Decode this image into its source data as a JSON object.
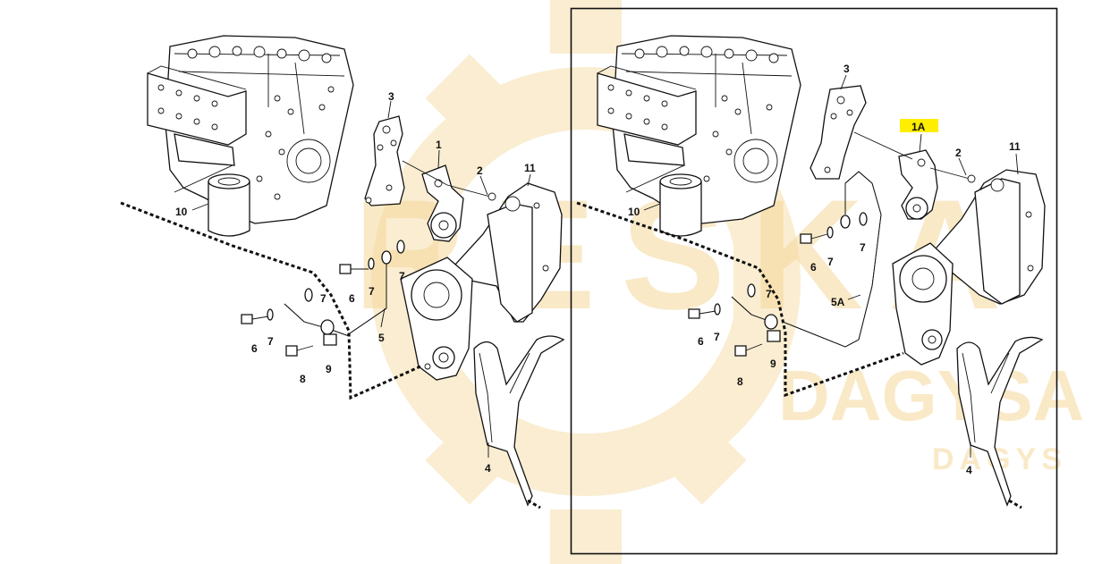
{
  "watermark": {
    "brand_letters": "RESKA",
    "company_line": "DAGYSA",
    "small_line": "DAGYS",
    "color": "#f5d89a"
  },
  "highlight_color": "#ffee00",
  "left_view": {
    "labels": {
      "p1": "1",
      "p2": "2",
      "p3": "3",
      "p4": "4",
      "p5": "5",
      "p6a": "6",
      "p6b": "6",
      "p7a": "7",
      "p7b": "7",
      "p7c": "7",
      "p7d": "7",
      "p8": "8",
      "p9": "9",
      "p10": "10",
      "p11": "11"
    }
  },
  "right_view": {
    "labels": {
      "p1A": "1A",
      "p2": "2",
      "p3": "3",
      "p4": "4",
      "p5A": "5A",
      "p6a": "6",
      "p6b": "6",
      "p7a": "7",
      "p7b": "7",
      "p7c": "7",
      "p7d": "7",
      "p8": "8",
      "p9": "9",
      "p10": "10",
      "p11": "11"
    }
  }
}
